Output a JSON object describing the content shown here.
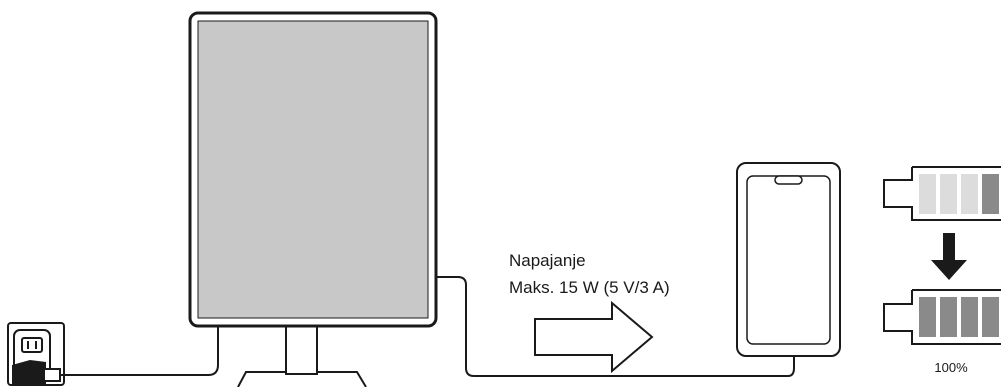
{
  "power_label": {
    "line1": "Napajanje",
    "line2": "Maks. 15 W (5 V/3 A)"
  },
  "battery_before": {
    "charge_segments_filled": 1,
    "segments_total": 4
  },
  "battery_after": {
    "charge_segments_filled": 4,
    "segments_total": 4,
    "percent_label": "100%"
  },
  "colors": {
    "stroke": "#1a1a1a",
    "screen": "#c8c8c8",
    "battery_full_segment": "#8a8a8a",
    "battery_empty_segment": "#dcdcdc"
  }
}
